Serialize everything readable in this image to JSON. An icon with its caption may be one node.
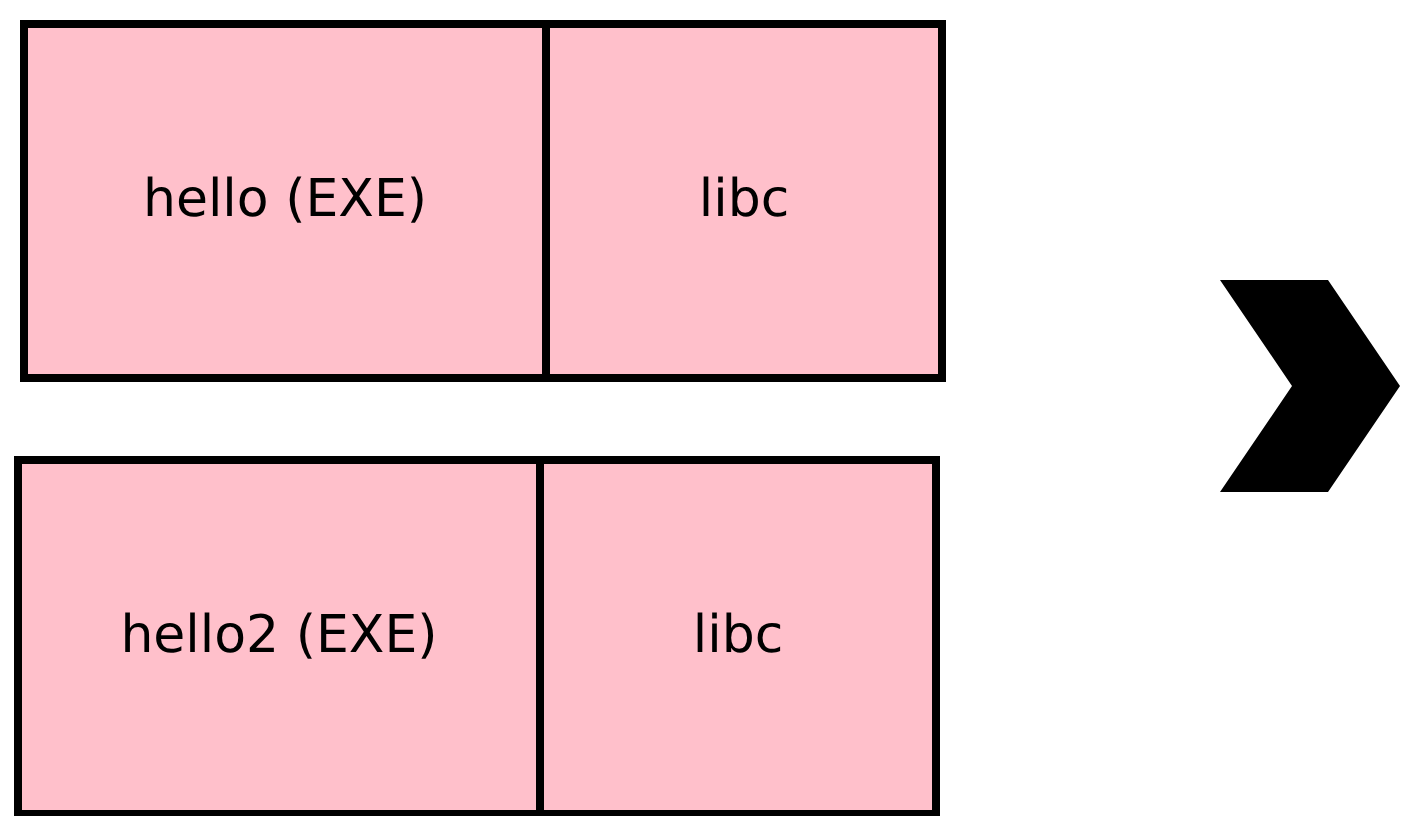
{
  "diagram": {
    "nodes": [
      {
        "text": [
          "hello (EXE)"
        ]
      },
      {
        "text": [
          "libc"
        ]
      },
      {
        "text": [
          "hello2 (EXE)"
        ]
      },
      {
        "text": [
          "libc"
        ]
      }
    ]
  }
}
